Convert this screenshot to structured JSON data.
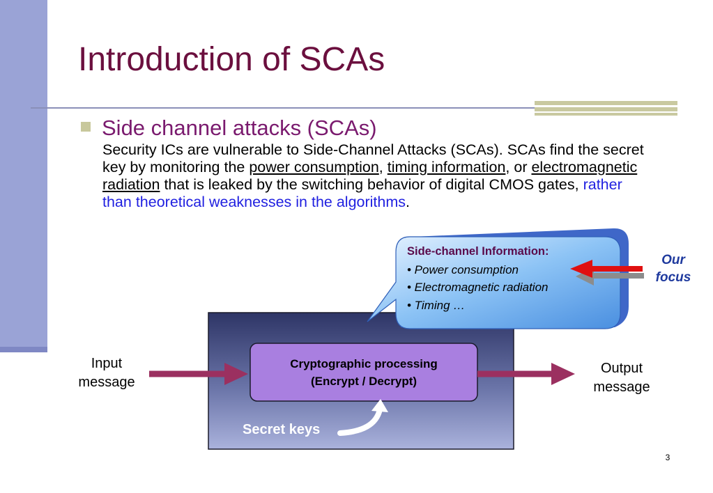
{
  "slide": {
    "title": "Introduction of SCAs",
    "page_number": "3"
  },
  "bullet": {
    "heading": "Side channel attacks (SCAs)",
    "text_1": "Security ICs are vulnerable to Side-Channel Attacks (SCAs). SCAs find the secret key by monitoring the ",
    "link_power": "power consumption",
    "text_2": ", ",
    "link_timing": "timing information",
    "text_3": ", or ",
    "link_em": "electromagnetic radiation",
    "text_4": " that is leaked by the switching behavior of digital CMOS gates, ",
    "highlight": "rather than theoretical weaknesses in the algorithms",
    "text_end": "."
  },
  "callout": {
    "heading": "Side-channel Information:",
    "items": [
      "• Power consumption",
      "• Electromagnetic radiation",
      "• Timing …"
    ]
  },
  "focus": {
    "line1": "Our",
    "line2": "focus"
  },
  "diagram": {
    "process_line1": "Cryptographic processing",
    "process_line2": "(Encrypt / Decrypt)",
    "input_line1": "Input",
    "input_line2": "message",
    "output_line1": "Output",
    "output_line2": "message",
    "secret_keys": "Secret keys"
  },
  "colors": {
    "title": "#6b0f3e",
    "heading": "#7a1a6e",
    "highlight": "#1f1fe0",
    "sidebar": "#9aa3d6",
    "arrow_flow": "#9b3060",
    "process_box": "#a97fe0",
    "focus_arrow": "#e01010"
  }
}
